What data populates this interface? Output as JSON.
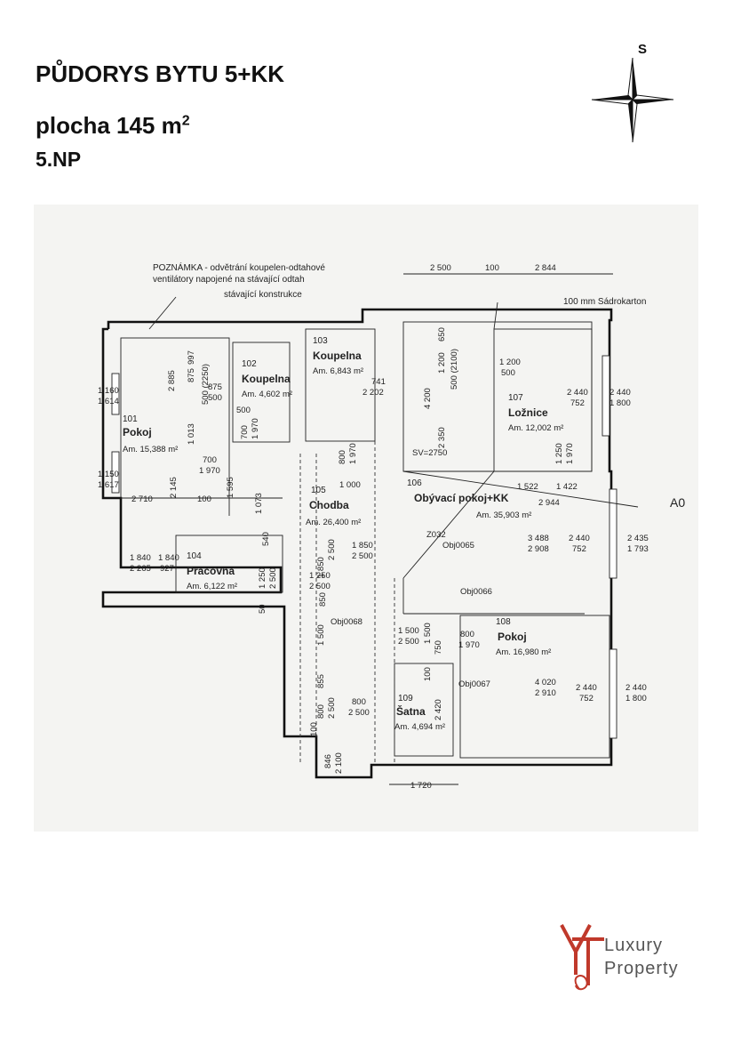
{
  "header": {
    "title": "PŮDORYS BYTU 5+KK",
    "area_prefix": "plocha 145  m",
    "area_sup": "2",
    "floor": "5.NP"
  },
  "compass": {
    "label": "S",
    "icon": "compass-rose-icon"
  },
  "plan": {
    "note_line1": "POZNÁMKA - odvětrání koupelen-odtahové",
    "note_line2": "ventilátory napojené na stávající odtah",
    "existing": "stávající konstrukce",
    "plasterboard": "100 mm  Sádrokarton",
    "section_mark": "A0",
    "rooms": [
      {
        "num": "101",
        "name": "Pokoj",
        "area": "Am. 15,388 m²"
      },
      {
        "num": "102",
        "name": "Koupelna",
        "area": "Am. 4,602 m²"
      },
      {
        "num": "103",
        "name": "Koupelna",
        "area": "Am. 6,843 m²"
      },
      {
        "num": "104",
        "name": "Pracovna",
        "area": "Am. 6,122 m²"
      },
      {
        "num": "105",
        "name": "Chodba",
        "area": "Am. 26,400 m²"
      },
      {
        "num": "106",
        "name": "Obývací pokoj+KK",
        "area": "Am. 35,903 m²"
      },
      {
        "num": "107",
        "name": "Ložnice",
        "area": "Am. 12,002 m²"
      },
      {
        "num": "108",
        "name": "Pokoj",
        "area": "Am. 16,980 m²"
      },
      {
        "num": "109",
        "name": "Šatna",
        "area": "Am. 4,694 m²"
      }
    ],
    "objects": [
      "Obj0065",
      "Obj0066",
      "Obj0067",
      "Obj0068",
      "Z032"
    ],
    "sv": "SV=2750",
    "dims": {
      "top_a": "2 500",
      "top_b": "100",
      "top_c": "2 844",
      "bottom": "1 720",
      "w101a": "1 160",
      "w101b": "1 614",
      "w101c": "1 150",
      "w101d": "1 617",
      "d2885": "2 885",
      "d1013": "1 013",
      "d875a": "875",
      "d997": "997",
      "d500_2250": "500 (2250)",
      "d875b": "875",
      "d500a": "500",
      "d500b": "500",
      "d2710": "2 710",
      "d2145": "2 145",
      "d100a": "100",
      "d1595": "1 595",
      "d1073": "1 073",
      "d700": "700",
      "d1970": "1 970",
      "d700b": "700",
      "d1970b": "1 970",
      "d741": "741",
      "d2202": "2 202",
      "d800": "800",
      "d1970c": "1 970",
      "d4200": "4 200",
      "d1200": "1 200",
      "d650": "650",
      "d500_2100": "500 (2100)",
      "d2350": "2 350",
      "d1200b": "1 200",
      "d500c": "500",
      "d2440a": "2 440",
      "d752a": "752",
      "d2440b": "2 440",
      "d1800a": "1 800",
      "d1250": "1 250",
      "d1970d": "1 970",
      "d1522": "1 522",
      "d1422": "1 422",
      "d2944": "2 944",
      "d1000": "1 000",
      "d1850": "1 850",
      "d2500a": "2 500",
      "d1850b": "1 850",
      "d2500b": "2 500",
      "d540": "540",
      "d1250b": "1 250",
      "d2500c": "2 500",
      "d3488": "3 488",
      "d2908": "2 908",
      "d2440c": "2 440",
      "d752b": "752",
      "d2435": "2 435",
      "d1793": "1 793",
      "d1840a": "1 840",
      "d1840b": "1 840",
      "d2265": "2 265",
      "d927": "927",
      "d1250c": "1 250",
      "d2500d": "2 500",
      "d50": "50",
      "d850": "850",
      "d1500": "1 500",
      "d855": "855",
      "d800b": "800",
      "d2500e": "2 500",
      "d100b": "100",
      "d1500b": "1 500",
      "d2500f": "2 500",
      "d1500c": "1 500",
      "d750": "750",
      "d800c": "800",
      "d1970e": "1 970",
      "d100c": "100",
      "d2420": "2 420",
      "d800d": "800",
      "d2500g": "2 500",
      "d4020": "4 020",
      "d2910": "2 910",
      "d2440d": "2 440",
      "d752c": "752",
      "d2440e": "2 440",
      "d1800b": "1 800",
      "d846": "846",
      "d2100": "2 100"
    }
  },
  "brand": {
    "line1": "Luxury",
    "line2": "Property",
    "logo": "yt-logo-icon"
  }
}
